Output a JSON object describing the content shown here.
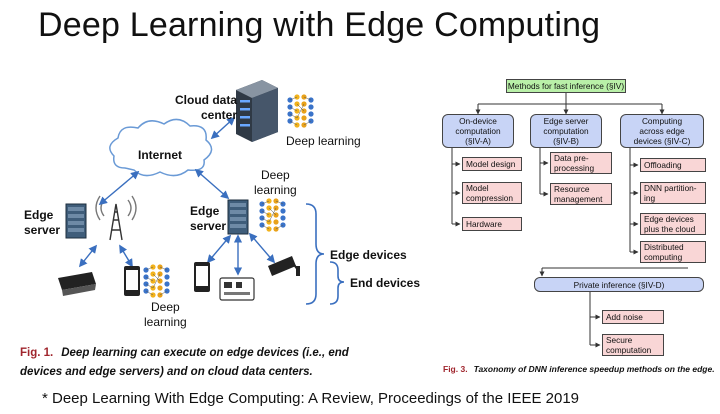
{
  "slide": {
    "title": "Deep Learning with Edge Computing",
    "footnote": "* Deep Learning With Edge Computing: A Review, Proceedings of the IEEE 2019"
  },
  "fig1": {
    "cloud_data_center": "Cloud data\ncenter",
    "deep_learning_top": "Deep learning",
    "internet": "Internet",
    "edge_server_left": "Edge\nserver",
    "edge_server_mid": "Edge\nserver",
    "deep_learning_mid": "Deep\nlearning",
    "deep_learning_bottom": "Deep\nlearning",
    "edge_devices": "Edge devices",
    "end_devices": "End devices",
    "caption_fig": "Fig. 1.",
    "caption_line1": "Deep learning can execute on edge devices (i.e., end",
    "caption_line2": "devices and edge servers) and on cloud data centers."
  },
  "fig3": {
    "root": "Methods for fast inference (§IV)",
    "cat_ondevice": "On-device\ncomputation\n(§IV-A)",
    "cat_edgeserver": "Edge server\ncomputation\n(§IV-B)",
    "cat_across": "Computing\nacross edge\ndevices (§IV-C)",
    "model_design": "Model design",
    "model_compression": "Model\ncompression",
    "hardware": "Hardware",
    "data_preprocessing": "Data pre-\nprocessing",
    "resource_management": "Resource\nmanagement",
    "offloading": "Offloading",
    "dnn_partitioning": "DNN partition-\ning",
    "edge_devices_cloud": "Edge devices\nplus the cloud",
    "distributed_computing": "Distributed\ncomputing",
    "private_inference": "Private inference (§IV-D)",
    "add_noise": "Add noise",
    "secure_computation": "Secure\ncomputation",
    "caption_fig": "Fig. 3.",
    "caption_text": "Taxonomy of DNN inference speedup methods on the edge."
  },
  "colors": {
    "root_green": "#b9f0a8",
    "category_blue": "#c8d4f6",
    "leaf_pink": "#f9d6d6",
    "arrow_blue": "#3a6fbf",
    "caption_red": "#a0252d"
  }
}
